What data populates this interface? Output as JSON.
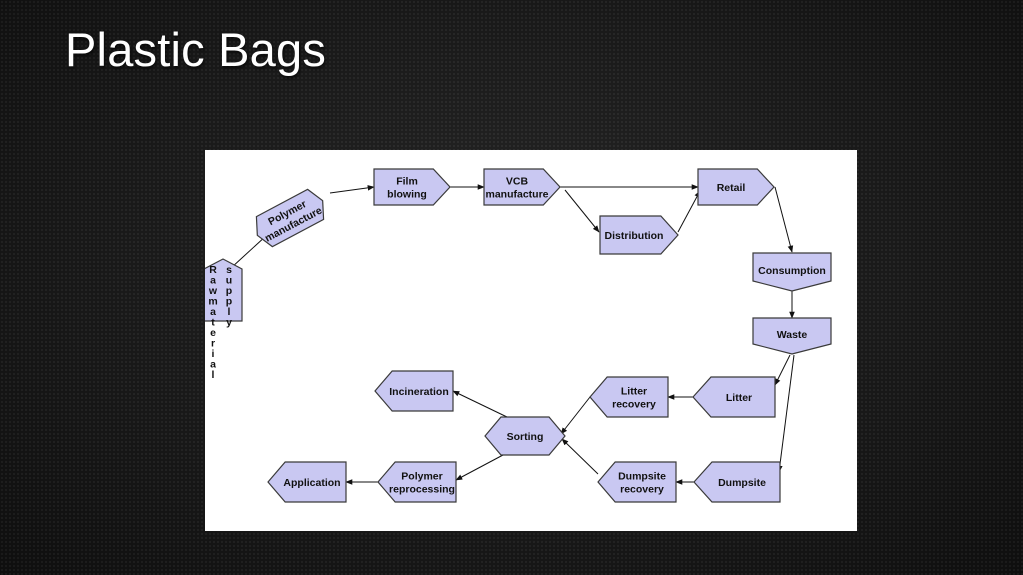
{
  "slide": {
    "title": "Plastic Bags"
  },
  "diagram": {
    "type": "flowchart",
    "fill_color": "#c9c8f2",
    "nodes": {
      "raw": [
        "Raw material",
        "supply"
      ],
      "polymer": [
        "Polymer",
        "manufacture"
      ],
      "film": [
        "Film",
        "blowing"
      ],
      "vcb": [
        "VCB",
        "manufacture"
      ],
      "distribution": [
        "Distribution"
      ],
      "retail": [
        "Retail"
      ],
      "consumption": [
        "Consumption"
      ],
      "waste": [
        "Waste"
      ],
      "litter": [
        "Litter"
      ],
      "dumpsite": [
        "Dumpsite"
      ],
      "litter_recovery": [
        "Litter",
        "recovery"
      ],
      "dumpsite_recovery": [
        "Dumpsite",
        "recovery"
      ],
      "sorting": [
        "Sorting"
      ],
      "incineration": [
        "Incineration"
      ],
      "polymer_reprocessing": [
        "Polymer",
        "reprocessing"
      ],
      "application": [
        "Application"
      ]
    },
    "edges": [
      [
        "raw",
        "polymer"
      ],
      [
        "polymer",
        "film"
      ],
      [
        "film",
        "vcb"
      ],
      [
        "vcb",
        "retail"
      ],
      [
        "vcb",
        "distribution"
      ],
      [
        "distribution",
        "retail"
      ],
      [
        "retail",
        "consumption"
      ],
      [
        "consumption",
        "waste"
      ],
      [
        "waste",
        "litter"
      ],
      [
        "waste",
        "dumpsite"
      ],
      [
        "litter",
        "litter_recovery"
      ],
      [
        "dumpsite",
        "dumpsite_recovery"
      ],
      [
        "litter_recovery",
        "sorting"
      ],
      [
        "dumpsite_recovery",
        "sorting"
      ],
      [
        "sorting",
        "incineration"
      ],
      [
        "sorting",
        "polymer_reprocessing"
      ],
      [
        "polymer_reprocessing",
        "application"
      ]
    ]
  }
}
